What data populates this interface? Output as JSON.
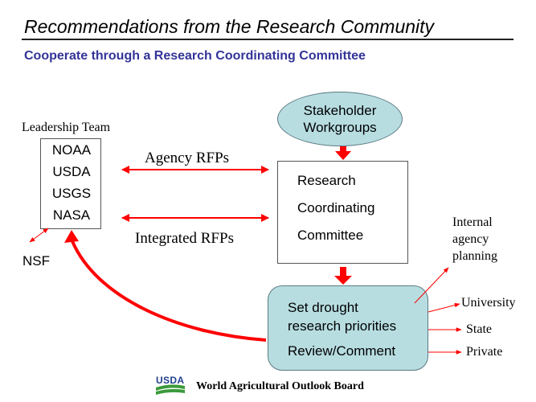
{
  "header": {
    "title": "Recommendations from the Research Community",
    "subtitle": "Cooperate through a Research Coordinating Committee"
  },
  "leadership": {
    "label": "Leadership Team",
    "agencies": [
      "NOAA",
      "USDA",
      "USGS",
      "NASA"
    ],
    "external": "NSF"
  },
  "connections": {
    "agency_rfps": "Agency RFPs",
    "integrated_rfps": "Integrated RFPs"
  },
  "stakeholders": {
    "lines": [
      "Stakeholder",
      "Workgroups"
    ]
  },
  "committee": {
    "lines": [
      "Research",
      "Coordinating",
      "Committee"
    ]
  },
  "priorities": {
    "lines": [
      "Set drought",
      "research priorities",
      "Review/Comment"
    ]
  },
  "outputs": {
    "internal": [
      "Internal",
      "agency",
      "planning"
    ],
    "university": "University",
    "state": "State",
    "private": "Private"
  },
  "footer": {
    "logo_text": "USDA",
    "organization": "World Agricultural Outlook Board"
  },
  "colors": {
    "title_blue": "#333399",
    "arrow_red": "#ff0000",
    "shape_fill": "#b7dde1",
    "usda_blue": "#1f3f8f",
    "usda_green": "#3a9a3a"
  }
}
